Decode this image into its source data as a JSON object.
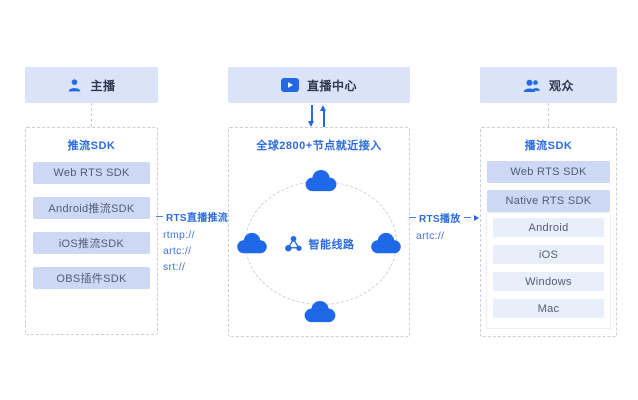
{
  "colors": {
    "accent_blue": "#2368e4",
    "header_bg": "#dae3f8",
    "item_bg": "#cdd8f4",
    "item_bg_light": "#e9eefb",
    "title_blue": "#2d6ce0",
    "header_text": "#2f3850",
    "item_text": "#515d77"
  },
  "left": {
    "header": {
      "label": "主播",
      "icon": "person-icon"
    },
    "box": {
      "title": "推流SDK",
      "items": [
        "Web RTS SDK",
        "Android推流SDK",
        "iOS推流SDK",
        "OBS插件SDK"
      ]
    }
  },
  "center": {
    "header": {
      "label": "直播中心",
      "icon": "play-icon"
    },
    "box": {
      "title": "全球2800+节点就近接入",
      "core_label": "智能线路",
      "cloud_icons": [
        "cloud-top",
        "cloud-left",
        "cloud-right",
        "cloud-bottom"
      ]
    }
  },
  "right": {
    "header": {
      "label": "观众",
      "icon": "audience-icon"
    },
    "box": {
      "title": "播流SDK",
      "items_primary": [
        "Web RTS SDK",
        "Native RTS SDK"
      ],
      "items_platforms": [
        "Android",
        "iOS",
        "Windows",
        "Mac"
      ]
    }
  },
  "flows": {
    "push": {
      "label": "RTS直播推流",
      "protocols": [
        "rtmp://",
        "artc://",
        "srt://"
      ]
    },
    "play": {
      "label": "RTS播放",
      "protocols": [
        "artc://"
      ]
    }
  }
}
